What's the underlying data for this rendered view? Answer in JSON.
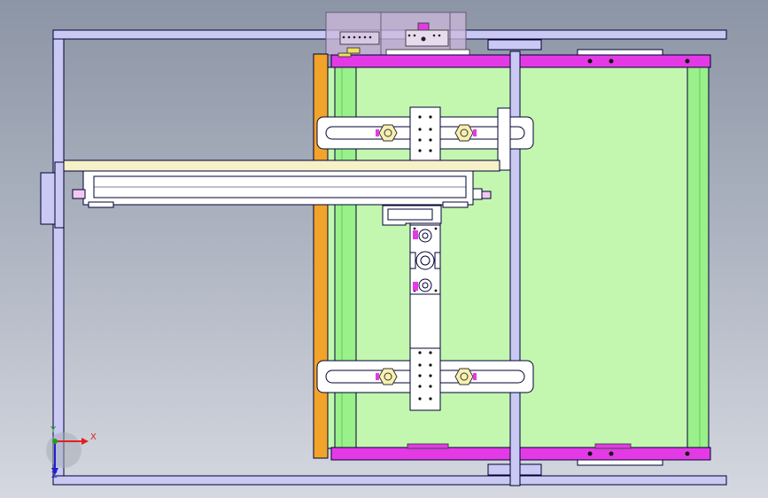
{
  "viewport": {
    "background_top": "#8c95a5",
    "background_bottom": "#d5d8e0"
  },
  "colors": {
    "frame": "#c9c9f3",
    "belt": "#c3f7b0",
    "belt_edge": "#7fe07a",
    "rail": "#e43ae6",
    "orange_bar": "#f2a32a",
    "cylinder_plate": "#f6f1c8",
    "bracket": "#ffffff",
    "outline": "#000033"
  },
  "triad": {
    "x_label": "X",
    "y_label": "Y",
    "z_label": "Z",
    "x_color": "#e02020",
    "y_color": "#20a020",
    "z_color": "#2020d0"
  },
  "icons": [
    "coordinate-triad-icon",
    "hex-nut-icon",
    "bolt-hole-icon"
  ]
}
